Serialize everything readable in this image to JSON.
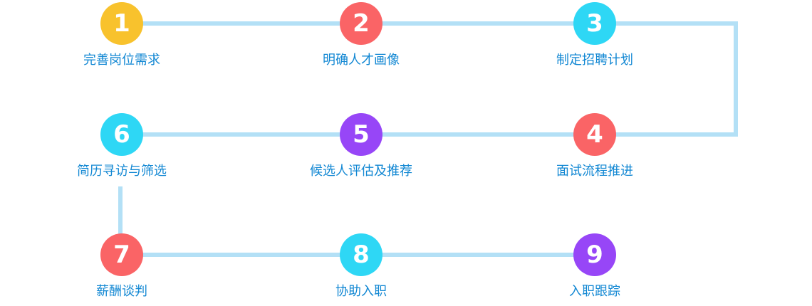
{
  "colors": {
    "connector": "#b3e0f6",
    "label_text": "#1187d3",
    "yellow": "#f8c22d",
    "coral": "#fa6466",
    "cyan": "#2ed7f5",
    "purple": "#9746f7"
  },
  "steps": [
    {
      "number": "1",
      "label": "完善岗位需求",
      "color": "#f8c22d"
    },
    {
      "number": "2",
      "label": "明确人才画像",
      "color": "#fa6466"
    },
    {
      "number": "3",
      "label": "制定招聘计划",
      "color": "#2ed7f5"
    },
    {
      "number": "4",
      "label": "面试流程推进",
      "color": "#fa6466"
    },
    {
      "number": "5",
      "label": "候选人评估及推荐",
      "color": "#9746f7"
    },
    {
      "number": "6",
      "label": "简历寻访与筛选",
      "color": "#2ed7f5"
    },
    {
      "number": "7",
      "label": "薪酬谈判",
      "color": "#fa6466"
    },
    {
      "number": "8",
      "label": "协助入职",
      "color": "#2ed7f5"
    },
    {
      "number": "9",
      "label": "入职跟踪",
      "color": "#9746f7"
    }
  ]
}
